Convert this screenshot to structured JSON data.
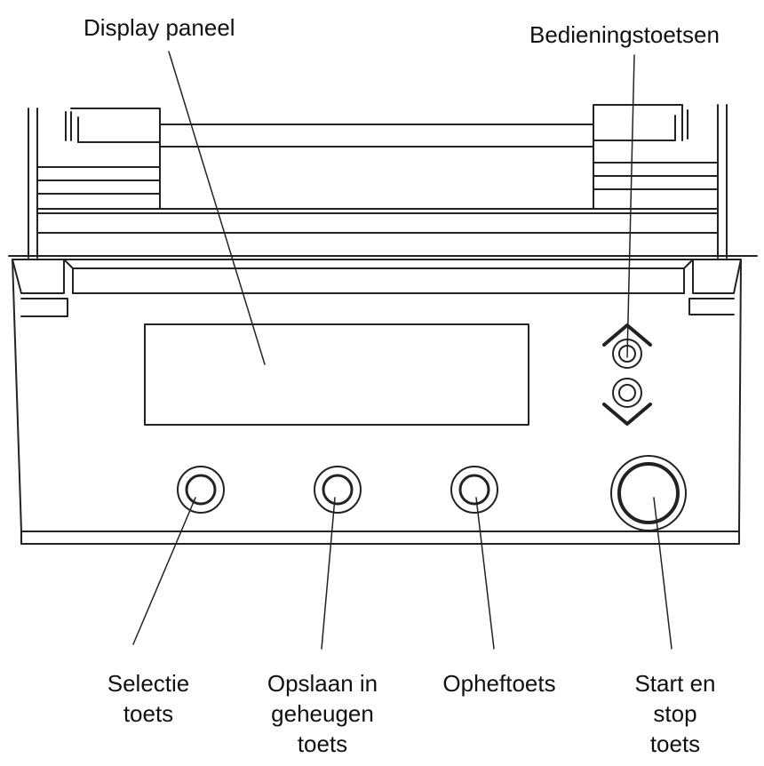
{
  "labels": {
    "display": "Display paneel",
    "controls": "Bedieningstoetsen",
    "select": [
      "Selectie",
      "toets"
    ],
    "save": [
      "Opslaan in",
      "geheugen",
      "toets"
    ],
    "cancel": "Opheftoets",
    "startstop": [
      "Start en",
      "stop",
      "toets"
    ]
  },
  "colors": {
    "line": "#222222",
    "background": "#ffffff"
  }
}
